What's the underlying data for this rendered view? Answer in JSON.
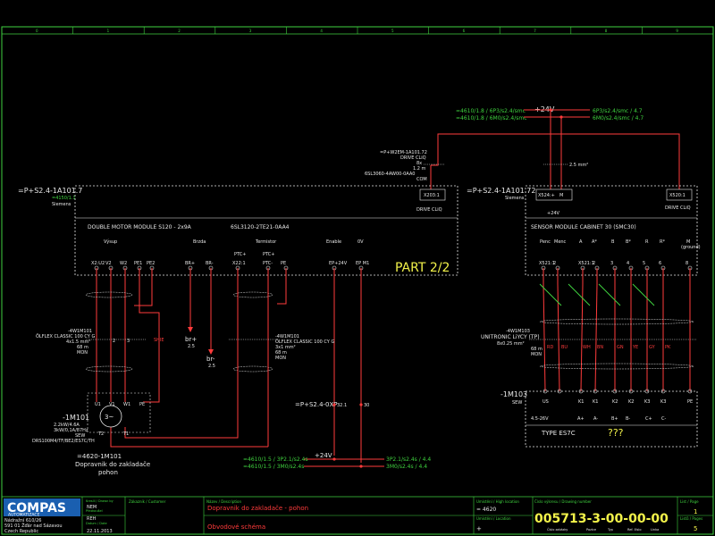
{
  "grid_columns": [
    "0",
    "1",
    "2",
    "3",
    "4",
    "5",
    "6",
    "7",
    "8",
    "9"
  ],
  "motor_module": {
    "ref": "=P+S2.4-1A101.7",
    "ref_sub": "=4150/1.1",
    "maker": "Siemens",
    "title": "DOUBLE MOTOR MODULE S120 - 2x9A",
    "order_no": "6SL3120-2TE21-0AA4",
    "port": "X203:1",
    "port_label": "DRIVE CLiQ",
    "sections": [
      "Výsup",
      "Brzda",
      "Termistor",
      "Enable",
      "0V"
    ],
    "pin_labels": [
      "X2:U2",
      "V2",
      "W2",
      "PE1",
      "PE2",
      "BR+",
      "BR-",
      "X22:1",
      "PTC+",
      "PTC-",
      "PE",
      "EP+24V",
      "EP M1"
    ],
    "pin_numbers": [
      "2",
      "3"
    ]
  },
  "sensor_module": {
    "ref": "=P+S2.4-1A101.72",
    "maker": "Siemens",
    "title": "SENSOR MODULE CABINET 30 (SMC30)",
    "port_left": "X524:+",
    "port_left_m": "M",
    "port_right": "X520:1",
    "port_label": "DRIVE CLiQ",
    "supply": "+24V",
    "signals": [
      "Penc",
      "Menc",
      "A",
      "A*",
      "B",
      "B*",
      "R",
      "R*",
      "M",
      "(ground)"
    ],
    "pins": [
      "X521:1",
      "2",
      "X521:1",
      "2",
      "3",
      "4",
      "5",
      "6",
      "8"
    ]
  },
  "drive_cliq_cable": {
    "ref": "=P+W2EM-1A101.72",
    "type": "DRIVE CLiQ",
    "cores": "8x",
    "length": "1.2 m",
    "order_no": "6SL3060-4AW00-0AA0",
    "note": "COM"
  },
  "supply": {
    "voltage": "+24V",
    "left_refs": [
      "=4610/1.8 / 6P3/s2.4/smc",
      "=4610/1.8 / 6M0/s2.4/smc"
    ],
    "right_refs": [
      "6P3/s2.4/smc / 4.7",
      "6M0/s2.4/smc / 4.7"
    ],
    "section": "2.5 mm²"
  },
  "motor_cable": {
    "ref": "-4W1M101",
    "type": "ÖLFLEX CLASSIC 100 CY G",
    "section": "4x1.5 mm²",
    "length": "68 m",
    "note": "MON",
    "tag": "SHIE"
  },
  "thermistor_cable": {
    "ref": "-4W1M101",
    "type": "ÖLFLEX CLASSIC 100 CY G",
    "section": "3x1 mm²",
    "length": "68 m",
    "note": "MON"
  },
  "brake": {
    "plus": "br+",
    "minus": "br-",
    "value": "2.5"
  },
  "encoder_cable": {
    "ref": "-4W1M103",
    "type": "UNITRONIC LiYCY (TP)",
    "section": "8x0.25 mm²",
    "length": "68 m",
    "note": "MON",
    "colors": [
      "RD",
      "BU",
      "WH",
      "BN",
      "GN",
      "YE",
      "GY",
      "PK"
    ]
  },
  "motor": {
    "ref": "-1M101",
    "rating": "2.2kW/4.6A",
    "speed": "3kW/0,1A/87Hz",
    "maker": "SEW",
    "type": "DRS100M4/TF/BE2/ES7C/TH",
    "symbol": "3~",
    "terminals": [
      "U1",
      "V1",
      "W1",
      "PE",
      "T2",
      "T1"
    ],
    "desc_ref": "=4620-1M101",
    "desc_1": "Dopravnik do zakladače",
    "desc_2": "pohon"
  },
  "encoder": {
    "ref": "-1M103",
    "maker": "SEW",
    "pins": [
      "US",
      "",
      "K1",
      "K1",
      "K2",
      "K2",
      "K3",
      "K3",
      "PE"
    ],
    "signals": [
      "4.5-26V",
      "A+",
      "A-",
      "B+",
      "B-",
      "C+",
      "C-"
    ],
    "type": "TYPE ES7C",
    "unknown": "???"
  },
  "terminal": {
    "ref": "=P+S2.4-0XP",
    "pin1": "32.1",
    "pin2": "30"
  },
  "enable_supply": {
    "voltage": "+24V",
    "left_refs": [
      "=4610/1.5 / 3P2.1/s2.4s",
      "=4610/1.5 / 3M0/s2.4s"
    ],
    "right_refs": [
      "3P2.1/s2.4s / 4.4",
      "3M0/s2.4s / 4.4"
    ]
  },
  "part_label": "PART 2/2",
  "title_block": {
    "company": "COMPAS",
    "company_sub": "AUTOMATIZACE",
    "address": [
      "Nádražní 610/26",
      "591 01 Žďár nad Sázavou",
      "Czech Republic"
    ],
    "drawn_label": "Kreslil / Drawn by",
    "drawn": "NEM",
    "checked_label": "Přezkoušel",
    "checked": "REH",
    "date_label": "Datum / Date",
    "date": "22.11.2013",
    "customer_label": "Zákazník / Customer",
    "customer": "",
    "name_label": "Název / Description",
    "name": "Dopravnik do zakladače - pohon",
    "sheet_type": "Obvodové schéma",
    "location_label": "Umístění / High location",
    "location": "= 4620",
    "mounting_label": "Umístění / Location",
    "mounting": "+",
    "drawing_label": "Číslo výkresu / Drawing number",
    "drawing_no": "005713-3-00-00-00",
    "drawing_sub": [
      "Číslo zakázky",
      "Pozice",
      "Typ",
      "Ref. číslo",
      "Linka"
    ],
    "sheet_label": "List / Page",
    "sheet": "1",
    "sheets_label": "Listů / Pages",
    "sheets": "5"
  }
}
